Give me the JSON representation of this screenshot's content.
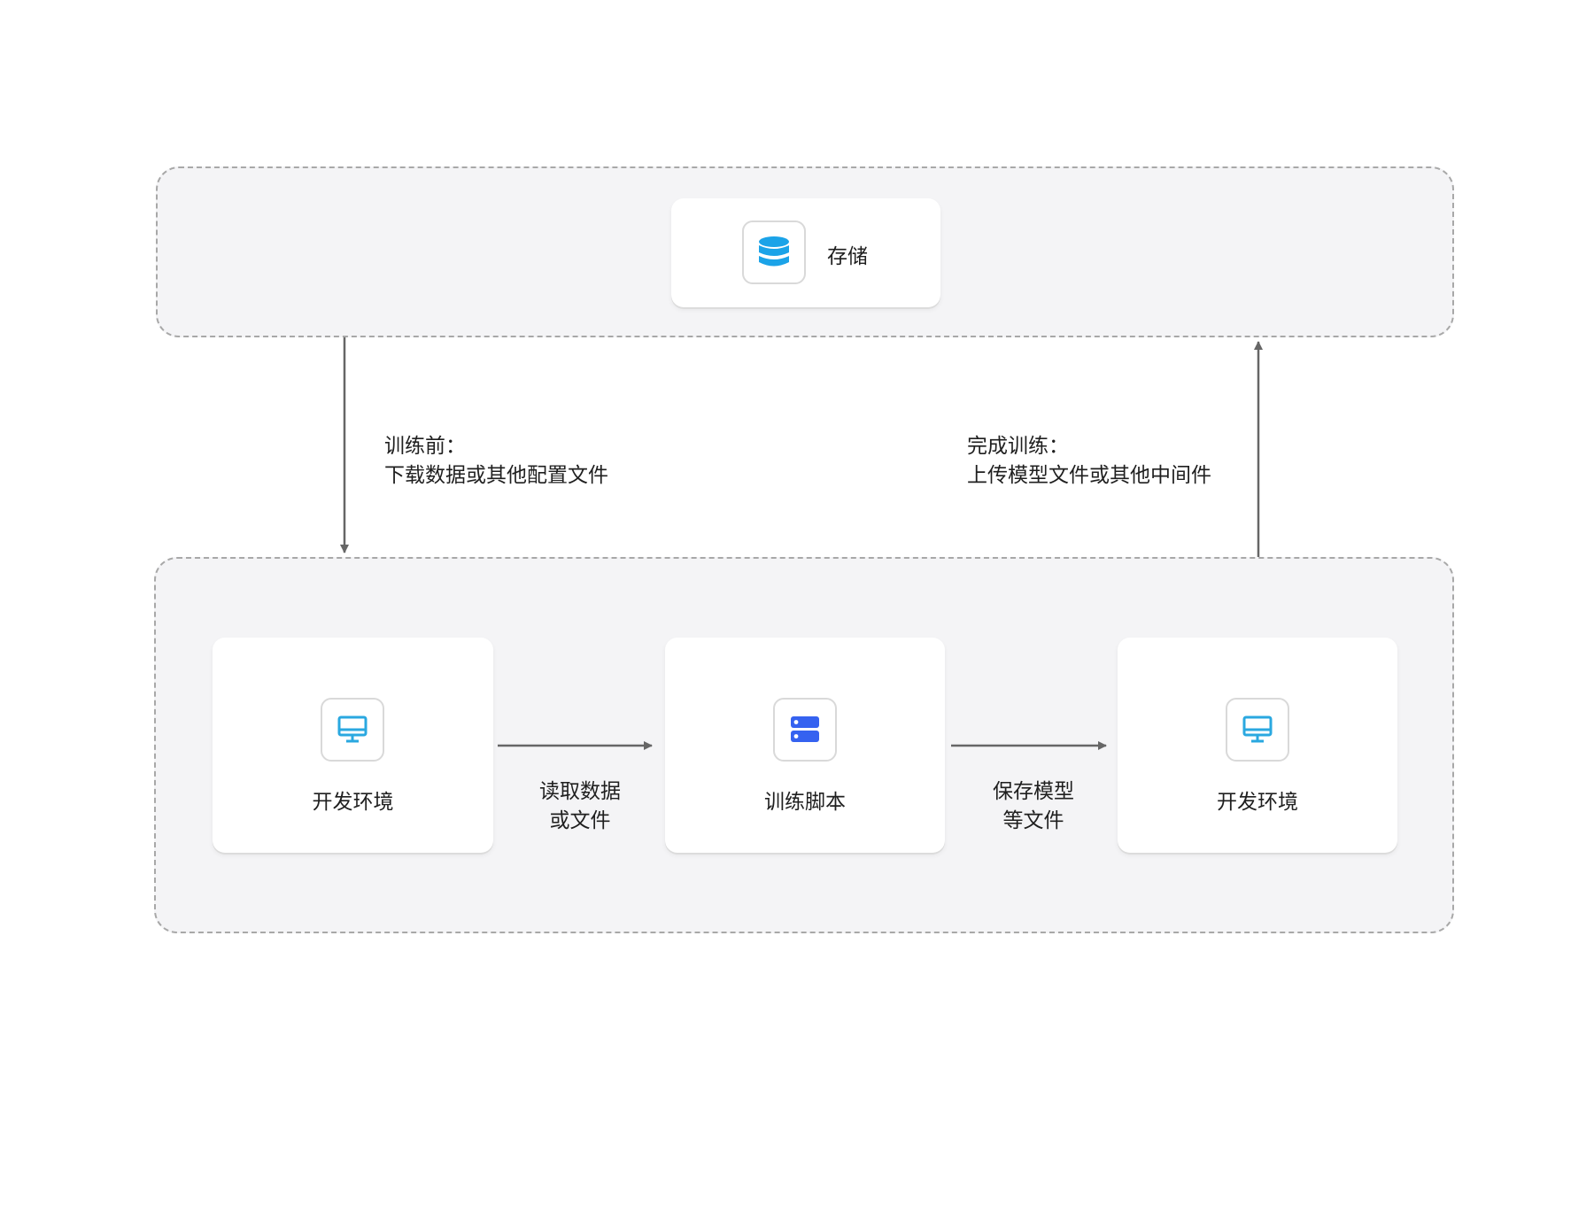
{
  "storage_group": {
    "card": {
      "label": "存储",
      "icon": "database-icon"
    }
  },
  "flow_labels": {
    "before_training": [
      "训练前：",
      "下载数据或其他配置文件"
    ],
    "after_training": [
      "完成训练：",
      "上传模型文件或其他中间件"
    ],
    "read_data": [
      "读取数据",
      "或文件"
    ],
    "save_model": [
      "保存模型",
      "等文件"
    ]
  },
  "training_group": {
    "nodes": [
      {
        "label": "开发环境",
        "icon": "monitor-icon"
      },
      {
        "label": "训练脚本",
        "icon": "server-icon"
      },
      {
        "label": "开发环境",
        "icon": "monitor-icon"
      }
    ]
  },
  "colors": {
    "group_background": "#f4f4f6",
    "group_border": "#a8a8a8",
    "arrow": "#666666",
    "database_icon": "#1ba3e8",
    "monitor_icon": "#2aa8e0",
    "server_icon": "#3562f0"
  }
}
